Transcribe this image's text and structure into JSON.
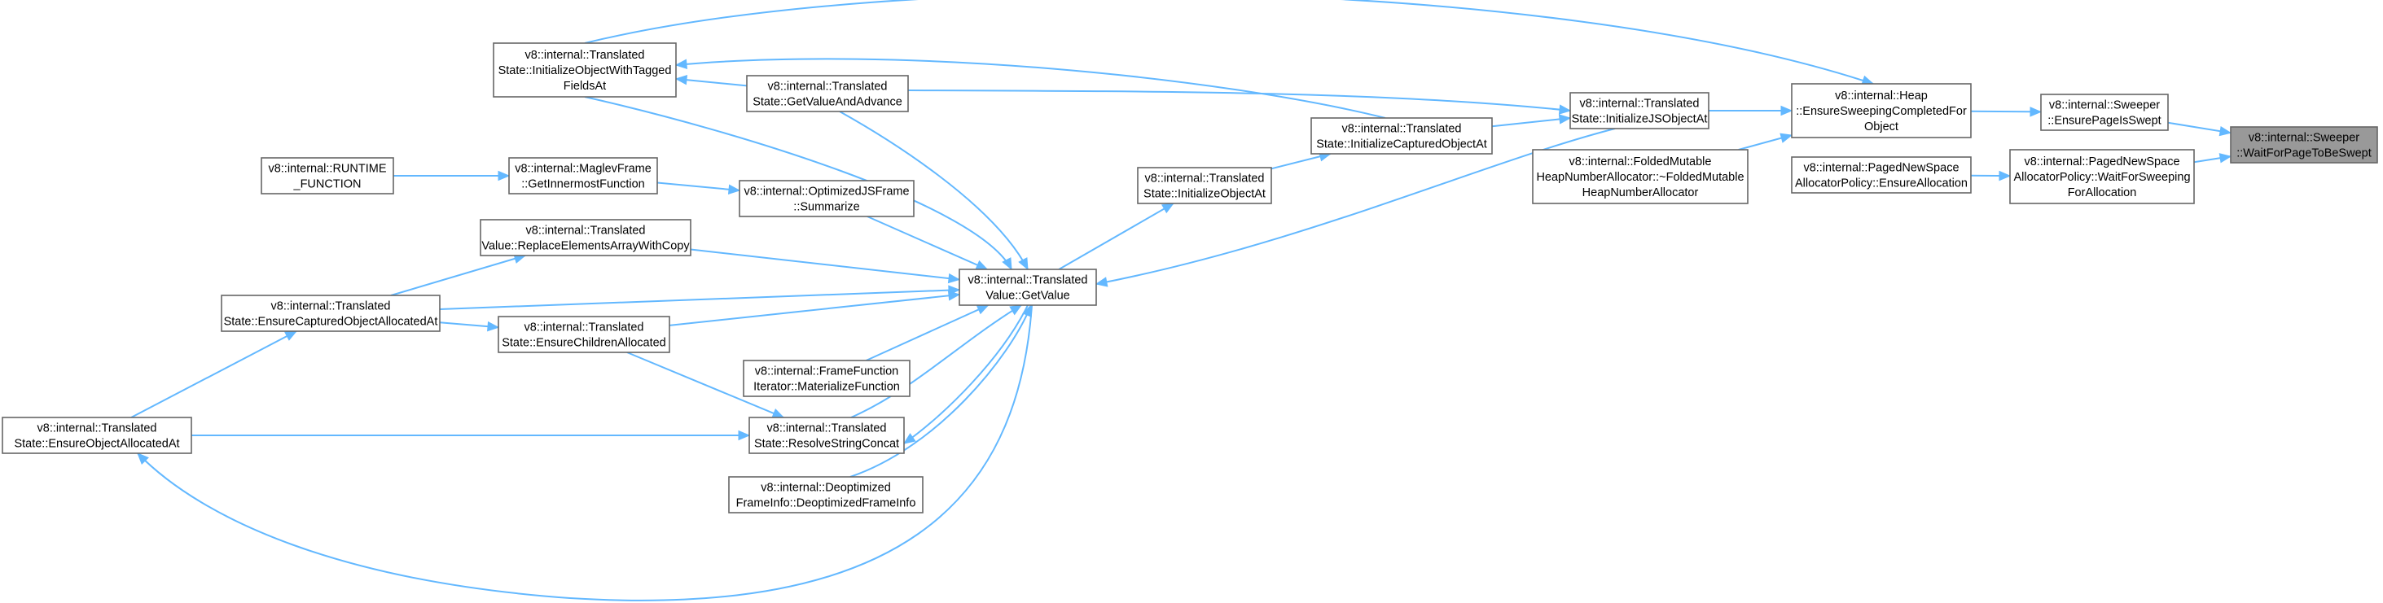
{
  "colors": {
    "edge": "#63b8ff",
    "node_border": "#666666",
    "highlight_fill": "#999999"
  },
  "nodes": [
    {
      "id": "wait",
      "lines": [
        "v8::internal::Sweeper",
        "::WaitForPageToBeSwept"
      ],
      "highlight": true
    },
    {
      "id": "ensurepage",
      "lines": [
        "v8::internal::Sweeper",
        "::EnsurePageIsSwept"
      ]
    },
    {
      "id": "pagedwait",
      "lines": [
        "v8::internal::PagedNewSpace",
        "AllocatorPolicy::WaitForSweeping",
        "ForAllocation"
      ]
    },
    {
      "id": "heap",
      "lines": [
        "v8::internal::Heap",
        "::EnsureSweepingCompletedFor",
        "Object"
      ]
    },
    {
      "id": "pagedensure",
      "lines": [
        "v8::internal::PagedNewSpace",
        "AllocatorPolicy::EnsureAllocation"
      ]
    },
    {
      "id": "initjs",
      "lines": [
        "v8::internal::Translated",
        "State::InitializeJSObjectAt"
      ]
    },
    {
      "id": "folded",
      "lines": [
        "v8::internal::FoldedMutable",
        "HeapNumberAllocator::~FoldedMutable",
        "HeapNumberAllocator"
      ]
    },
    {
      "id": "initcaptured",
      "lines": [
        "v8::internal::Translated",
        "State::InitializeCapturedObjectAt"
      ]
    },
    {
      "id": "initobj",
      "lines": [
        "v8::internal::Translated",
        "State::InitializeObjectAt"
      ]
    },
    {
      "id": "inittagged",
      "lines": [
        "v8::internal::Translated",
        "State::InitializeObjectWithTagged",
        "FieldsAt"
      ]
    },
    {
      "id": "getvalueadv",
      "lines": [
        "v8::internal::Translated",
        "State::GetValueAndAdvance"
      ]
    },
    {
      "id": "getvalue",
      "lines": [
        "v8::internal::Translated",
        "Value::GetValue"
      ]
    },
    {
      "id": "runtime",
      "lines": [
        "v8::internal::RUNTIME",
        "_FUNCTION"
      ]
    },
    {
      "id": "maglev",
      "lines": [
        "v8::internal::MaglevFrame",
        "::GetInnermostFunction"
      ]
    },
    {
      "id": "optjs",
      "lines": [
        "v8::internal::OptimizedJSFrame",
        "::Summarize"
      ]
    },
    {
      "id": "replace",
      "lines": [
        "v8::internal::Translated",
        "Value::ReplaceElementsArrayWithCopy"
      ]
    },
    {
      "id": "ensurecaptured",
      "lines": [
        "v8::internal::Translated",
        "State::EnsureCapturedObjectAllocatedAt"
      ]
    },
    {
      "id": "ensurechildren",
      "lines": [
        "v8::internal::Translated",
        "State::EnsureChildrenAllocated"
      ]
    },
    {
      "id": "framefunc",
      "lines": [
        "v8::internal::FrameFunction",
        "Iterator::MaterializeFunction"
      ]
    },
    {
      "id": "ensureobj",
      "lines": [
        "v8::internal::Translated",
        "State::EnsureObjectAllocatedAt"
      ]
    },
    {
      "id": "resolve",
      "lines": [
        "v8::internal::Translated",
        "State::ResolveStringConcat"
      ]
    },
    {
      "id": "deopt",
      "lines": [
        "v8::internal::Deoptimized",
        "FrameInfo::DeoptimizedFrameInfo"
      ]
    }
  ],
  "edges": [
    {
      "from": "ensurepage",
      "to": "wait"
    },
    {
      "from": "pagedwait",
      "to": "wait"
    },
    {
      "from": "heap",
      "to": "ensurepage"
    },
    {
      "from": "pagedensure",
      "to": "pagedwait"
    },
    {
      "from": "initjs",
      "to": "heap"
    },
    {
      "from": "folded",
      "to": "heap"
    },
    {
      "from": "inittagged",
      "to": "heap"
    },
    {
      "from": "initcaptured",
      "to": "initjs"
    },
    {
      "from": "getvalueadv",
      "to": "initjs"
    },
    {
      "from": "initobj",
      "to": "initcaptured"
    },
    {
      "from": "initcaptured",
      "to": "inittagged"
    },
    {
      "from": "getvalueadv",
      "to": "inittagged"
    },
    {
      "from": "getvalue",
      "to": "initobj"
    },
    {
      "from": "initjs",
      "to": "getvalue"
    },
    {
      "from": "getvalue",
      "to": "inittagged"
    },
    {
      "from": "getvalue",
      "to": "getvalueadv"
    },
    {
      "from": "runtime",
      "to": "maglev"
    },
    {
      "from": "maglev",
      "to": "optjs"
    },
    {
      "from": "optjs",
      "to": "getvalue"
    },
    {
      "from": "replace",
      "to": "getvalue"
    },
    {
      "from": "ensurecaptured",
      "to": "getvalue"
    },
    {
      "from": "ensurechildren",
      "to": "getvalue"
    },
    {
      "from": "framefunc",
      "to": "getvalue"
    },
    {
      "from": "resolve",
      "to": "getvalue"
    },
    {
      "from": "deopt",
      "to": "getvalue"
    },
    {
      "from": "getvalue",
      "to": "resolve"
    },
    {
      "from": "getvalue",
      "to": "ensureobj"
    },
    {
      "from": "ensurecaptured",
      "to": "replace"
    },
    {
      "from": "ensurecaptured",
      "to": "ensurechildren"
    },
    {
      "from": "ensureobj",
      "to": "ensurecaptured"
    },
    {
      "from": "ensurechildren",
      "to": "resolve"
    },
    {
      "from": "ensureobj",
      "to": "resolve"
    }
  ]
}
